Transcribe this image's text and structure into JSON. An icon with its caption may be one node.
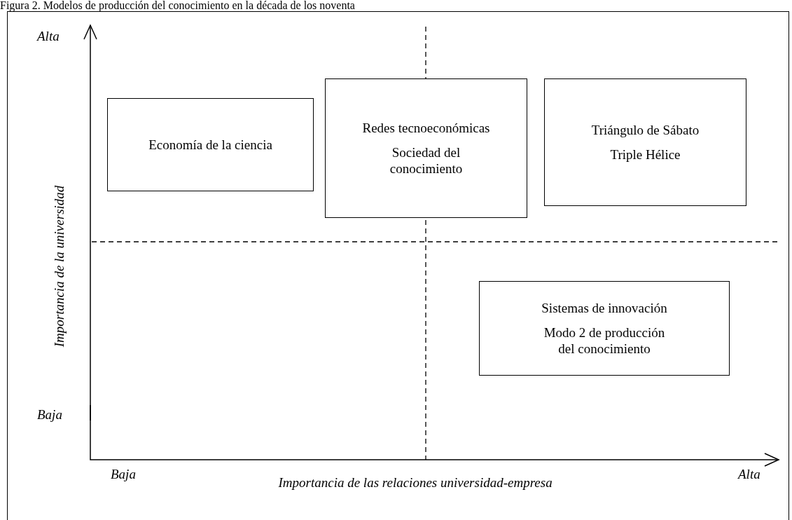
{
  "diagram": {
    "title": "Figura 2. Modelos de producción del conocimiento en la década de los noventa",
    "nodes": [
      {
        "text": [
          "Economía de la ciencia"
        ]
      },
      {
        "text": [
          "Redes tecnoeconómicas",
          "Sociedad del conocimiento"
        ]
      },
      {
        "text": [
          "Triángulo de Sábato",
          "Triple Hélice"
        ]
      },
      {
        "text": [
          "Sistemas de innovación",
          "Modo 2 de producción del conocimiento"
        ]
      }
    ],
    "labels": [
      "Alta",
      "Importancia de la universidad",
      "Baja",
      "Baja",
      "Importancia de las relaciones universidad-empresa",
      "Alta"
    ]
  }
}
